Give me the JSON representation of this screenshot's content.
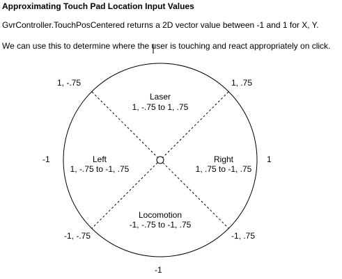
{
  "header": {
    "title": "Approximating Touch Pad Location Input Values",
    "description_1": "GvrController.TouchPosCentered returns a 2D vector value between -1 and 1 for X, Y.",
    "description_2": "We can use this to determine where the user is touching and react appropriately on click."
  },
  "diagram": {
    "stroke_color": "#000000",
    "quadrants": {
      "top": {
        "name": "Laser",
        "range": "1, -.75 to 1, .75"
      },
      "left": {
        "name": "Left",
        "range": "1, -.75 to -1, .75"
      },
      "right": {
        "name": "Right",
        "range": "1, .75 to -1, .75"
      },
      "bottom": {
        "name": "Locomotion",
        "range": "-1, -.75 to -1, .75"
      }
    },
    "corner_labels": {
      "top_left": "1,  -.75",
      "top_right": "1,  .75",
      "bottom_left": "-1,  -.75",
      "bottom_right": "-1,  .75"
    },
    "axis_labels": {
      "left": "-1",
      "right": "1",
      "bottom": "-1"
    }
  }
}
